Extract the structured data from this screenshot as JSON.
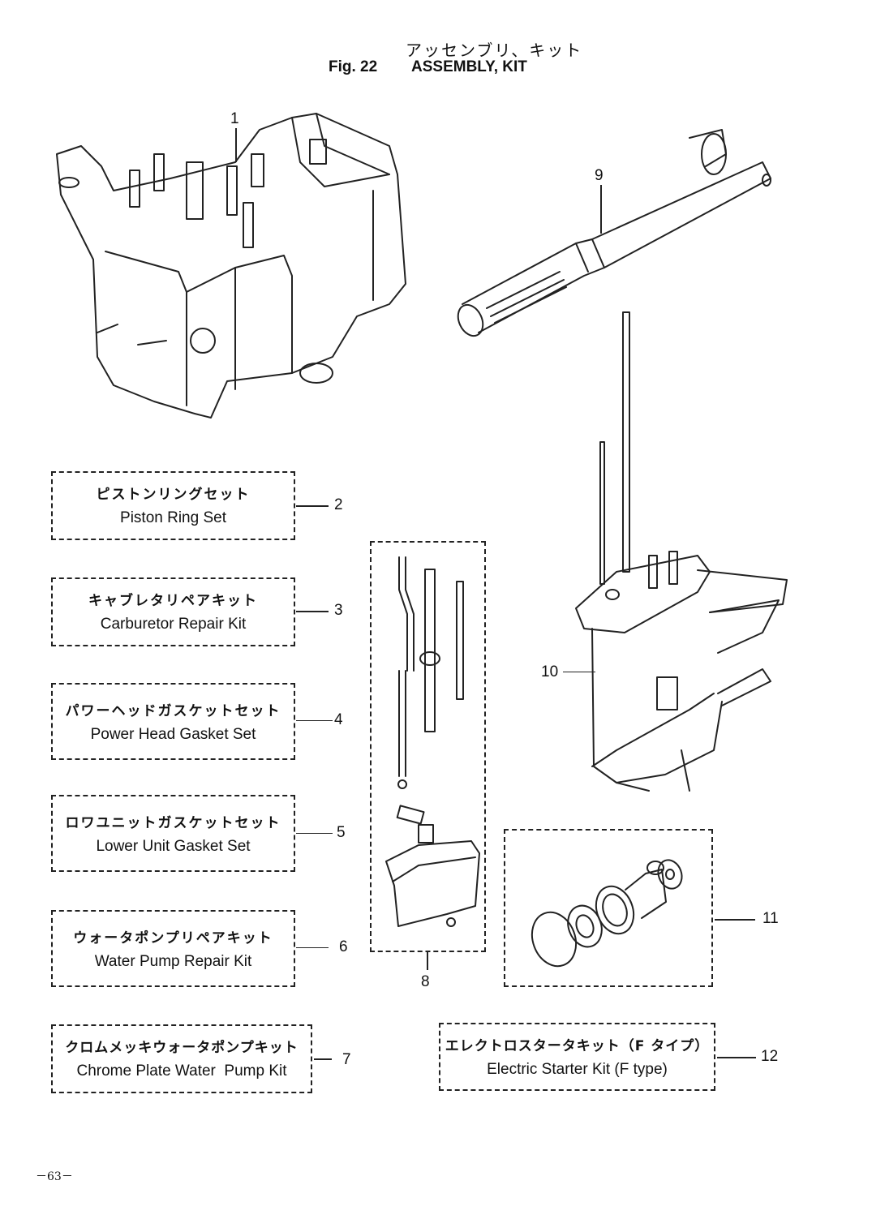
{
  "header": {
    "title_jp": "アッセンブリ、キット",
    "fig_label": "Fig. 22",
    "title_en": "ASSEMBLY, KIT"
  },
  "parts": [
    {
      "ref": "1",
      "type": "illustration",
      "depicts": "power head assembly"
    },
    {
      "ref": "2",
      "type": "kit",
      "name_jp": "ピストンリングセット",
      "name_en": "Piston Ring Set"
    },
    {
      "ref": "3",
      "type": "kit",
      "name_jp": "キャブレタリペアキット",
      "name_en": "Carburetor Repair Kit"
    },
    {
      "ref": "4",
      "type": "kit",
      "name_jp": "パワーヘッドガスケットセット",
      "name_en": "Power Head Gasket Set"
    },
    {
      "ref": "5",
      "type": "kit",
      "name_jp": "ロワユニットガスケットセット",
      "name_en": "Lower Unit Gasket Set"
    },
    {
      "ref": "6",
      "type": "kit",
      "name_jp": "ウォータポンプリペアキット",
      "name_en": "Water Pump Repair Kit"
    },
    {
      "ref": "7",
      "type": "kit",
      "name_jp": "クロムメッキウォータポンプキット",
      "name_en": "Chrome Plate Water  Pump Kit"
    },
    {
      "ref": "8",
      "type": "illustration",
      "depicts": "water pump / drive shaft kit"
    },
    {
      "ref": "9",
      "type": "illustration",
      "depicts": "tiller handle"
    },
    {
      "ref": "10",
      "type": "illustration",
      "depicts": "lower unit assembly"
    },
    {
      "ref": "11",
      "type": "illustration",
      "depicts": "propeller shaft housing kit"
    },
    {
      "ref": "12",
      "type": "kit",
      "name_jp": "エレクトロスタータキット（F タイプ）",
      "name_en": "Electric Starter Kit (F type)"
    }
  ],
  "footer": {
    "page_number": "－63－"
  }
}
